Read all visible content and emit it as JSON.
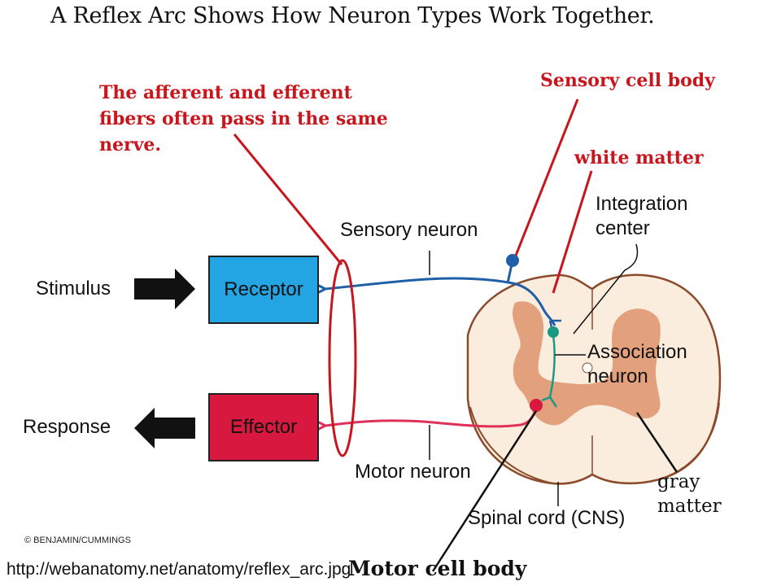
{
  "title": "A Reflex Arc Shows How Neuron Types Work Together.",
  "notes": {
    "fibers": [
      "The afferent and efferent",
      "fibers often pass in the same",
      "nerve."
    ],
    "sensory_cell_body": "Sensory cell body",
    "white_matter": "white matter",
    "motor_cell_body": "Motor cell body"
  },
  "labels": {
    "stimulus": "Stimulus",
    "response": "Response",
    "receptor": "Receptor",
    "effector": "Effector",
    "sensory_neuron": "Sensory neuron",
    "motor_neuron": "Motor neuron",
    "integration_center": [
      "Integration",
      "center"
    ],
    "association_neuron": [
      "Association",
      "neuron"
    ],
    "spinal_cord": "Spinal cord (CNS)",
    "gray_matter": [
      "gray",
      "matter"
    ]
  },
  "credit": "© BENJAMIN/CUMMINGS",
  "url": "http://webanatomy.net/anatomy/reflex_arc.jpg",
  "colors": {
    "receptor": "#22a5e2",
    "effector": "#d8183e",
    "annotation_red": "#c8161d",
    "sensory_neuron": "#1f5fa8",
    "motor_neuron": "#e0305a",
    "association_neuron": "#1a9a84",
    "white_matter": "#fbeddd",
    "gray_matter": "#e2a17c"
  }
}
